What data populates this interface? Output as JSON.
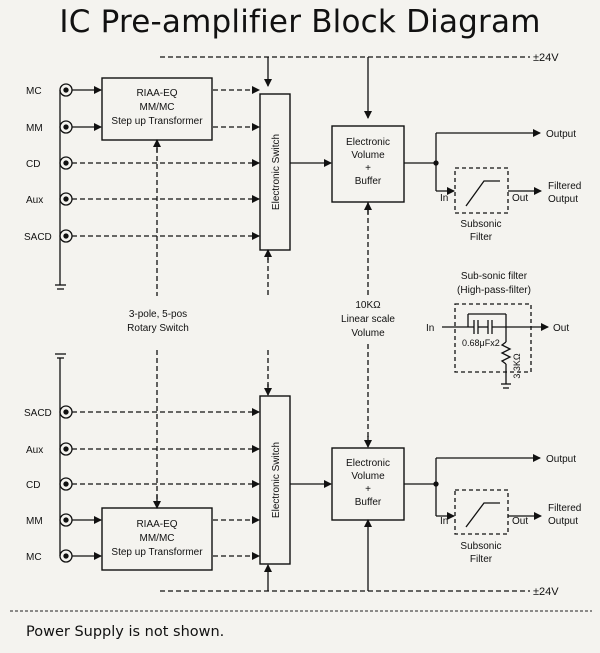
{
  "title": "IC Pre-amplifier Block Diagram",
  "footnote": "Power Supply is not shown.",
  "supply_top": "±24V",
  "supply_bottom": "±24V",
  "top_inputs": [
    "MC",
    "MM",
    "CD",
    "Aux",
    "SACD"
  ],
  "bottom_inputs": [
    "SACD",
    "Aux",
    "CD",
    "MM",
    "MC"
  ],
  "riaa": [
    "RIAA-EQ",
    "MM/MC",
    "Step up Transformer"
  ],
  "switch_label": "Electronic Switch",
  "volume": [
    "Electronic",
    "Volume",
    "+",
    "Buffer"
  ],
  "output": "Output",
  "filtered_output": [
    "Filtered",
    "Output"
  ],
  "subsonic_in": "In",
  "subsonic_out": "Out",
  "subsonic_caption": [
    "Subsonic",
    "Filter"
  ],
  "rotary_switch": [
    "3-pole, 5-pos",
    "Rotary Switch"
  ],
  "volume_note": [
    "10KΩ",
    "Linear scale",
    "Volume"
  ],
  "detail": {
    "title": [
      "Sub-sonic filter",
      "(High-pass-filter)"
    ],
    "in": "In",
    "out": "Out",
    "cap": "0.68μFx2",
    "res": "3.3KΩ"
  }
}
